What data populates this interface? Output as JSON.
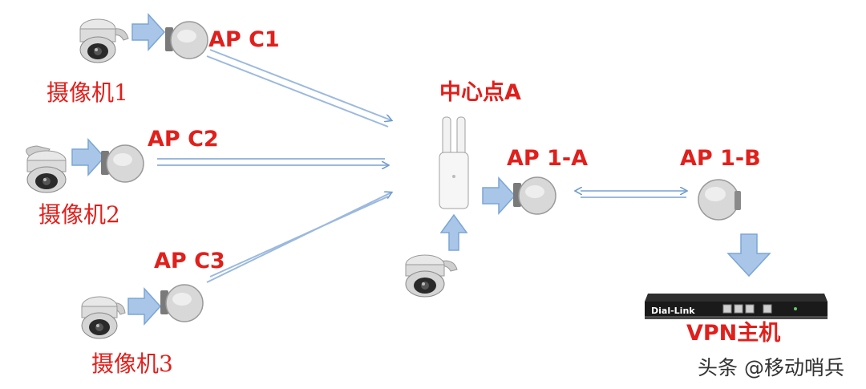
{
  "labels": {
    "center": "中心点A",
    "ap_c1": "AP C1",
    "ap_c2": "AP C2",
    "ap_c3": "AP C3",
    "ap_1a": "AP 1-A",
    "ap_1b": "AP 1-B",
    "vpn": "VPN主机"
  },
  "cameras": {
    "cam1": "摄像机1",
    "cam2": "摄像机2",
    "cam3": "摄像机3"
  },
  "router": {
    "brand": "Dial-Link"
  },
  "watermark": "头条 @移动哨兵",
  "colors": {
    "label_red": "#e0201c",
    "arrow_blue": "#7aa6d6",
    "arrow_fill": "#a9c6e8"
  }
}
